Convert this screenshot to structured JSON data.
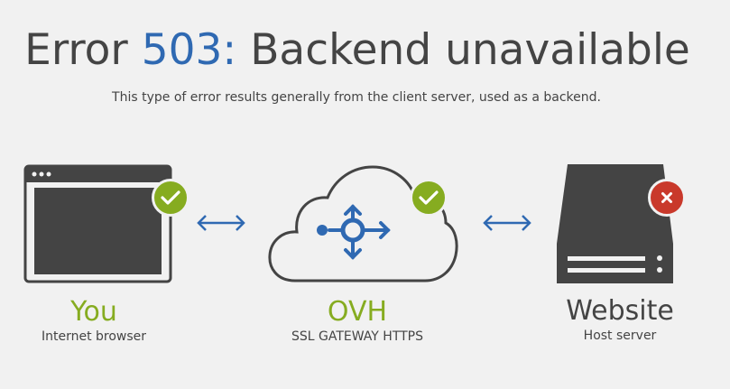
{
  "header": {
    "title_prefix": "Error",
    "code": "503:",
    "title_suffix": "Backend unavailable",
    "subtitle": "This type of error results generally from the client server, used as a backend."
  },
  "nodes": [
    {
      "name": "You",
      "description": "Internet browser",
      "status": "ok",
      "icon": "browser-window-icon"
    },
    {
      "name": "OVH",
      "description": "SSL GATEWAY HTTPS",
      "status": "ok",
      "icon": "cloud-gateway-icon"
    },
    {
      "name": "Website",
      "description": "Host server",
      "status": "error",
      "icon": "server-icon"
    }
  ],
  "colors": {
    "accent_blue": "#2f69b2",
    "green": "#86ac20",
    "red": "#c9392b",
    "dark": "#444444",
    "background": "#f1f1f1"
  }
}
